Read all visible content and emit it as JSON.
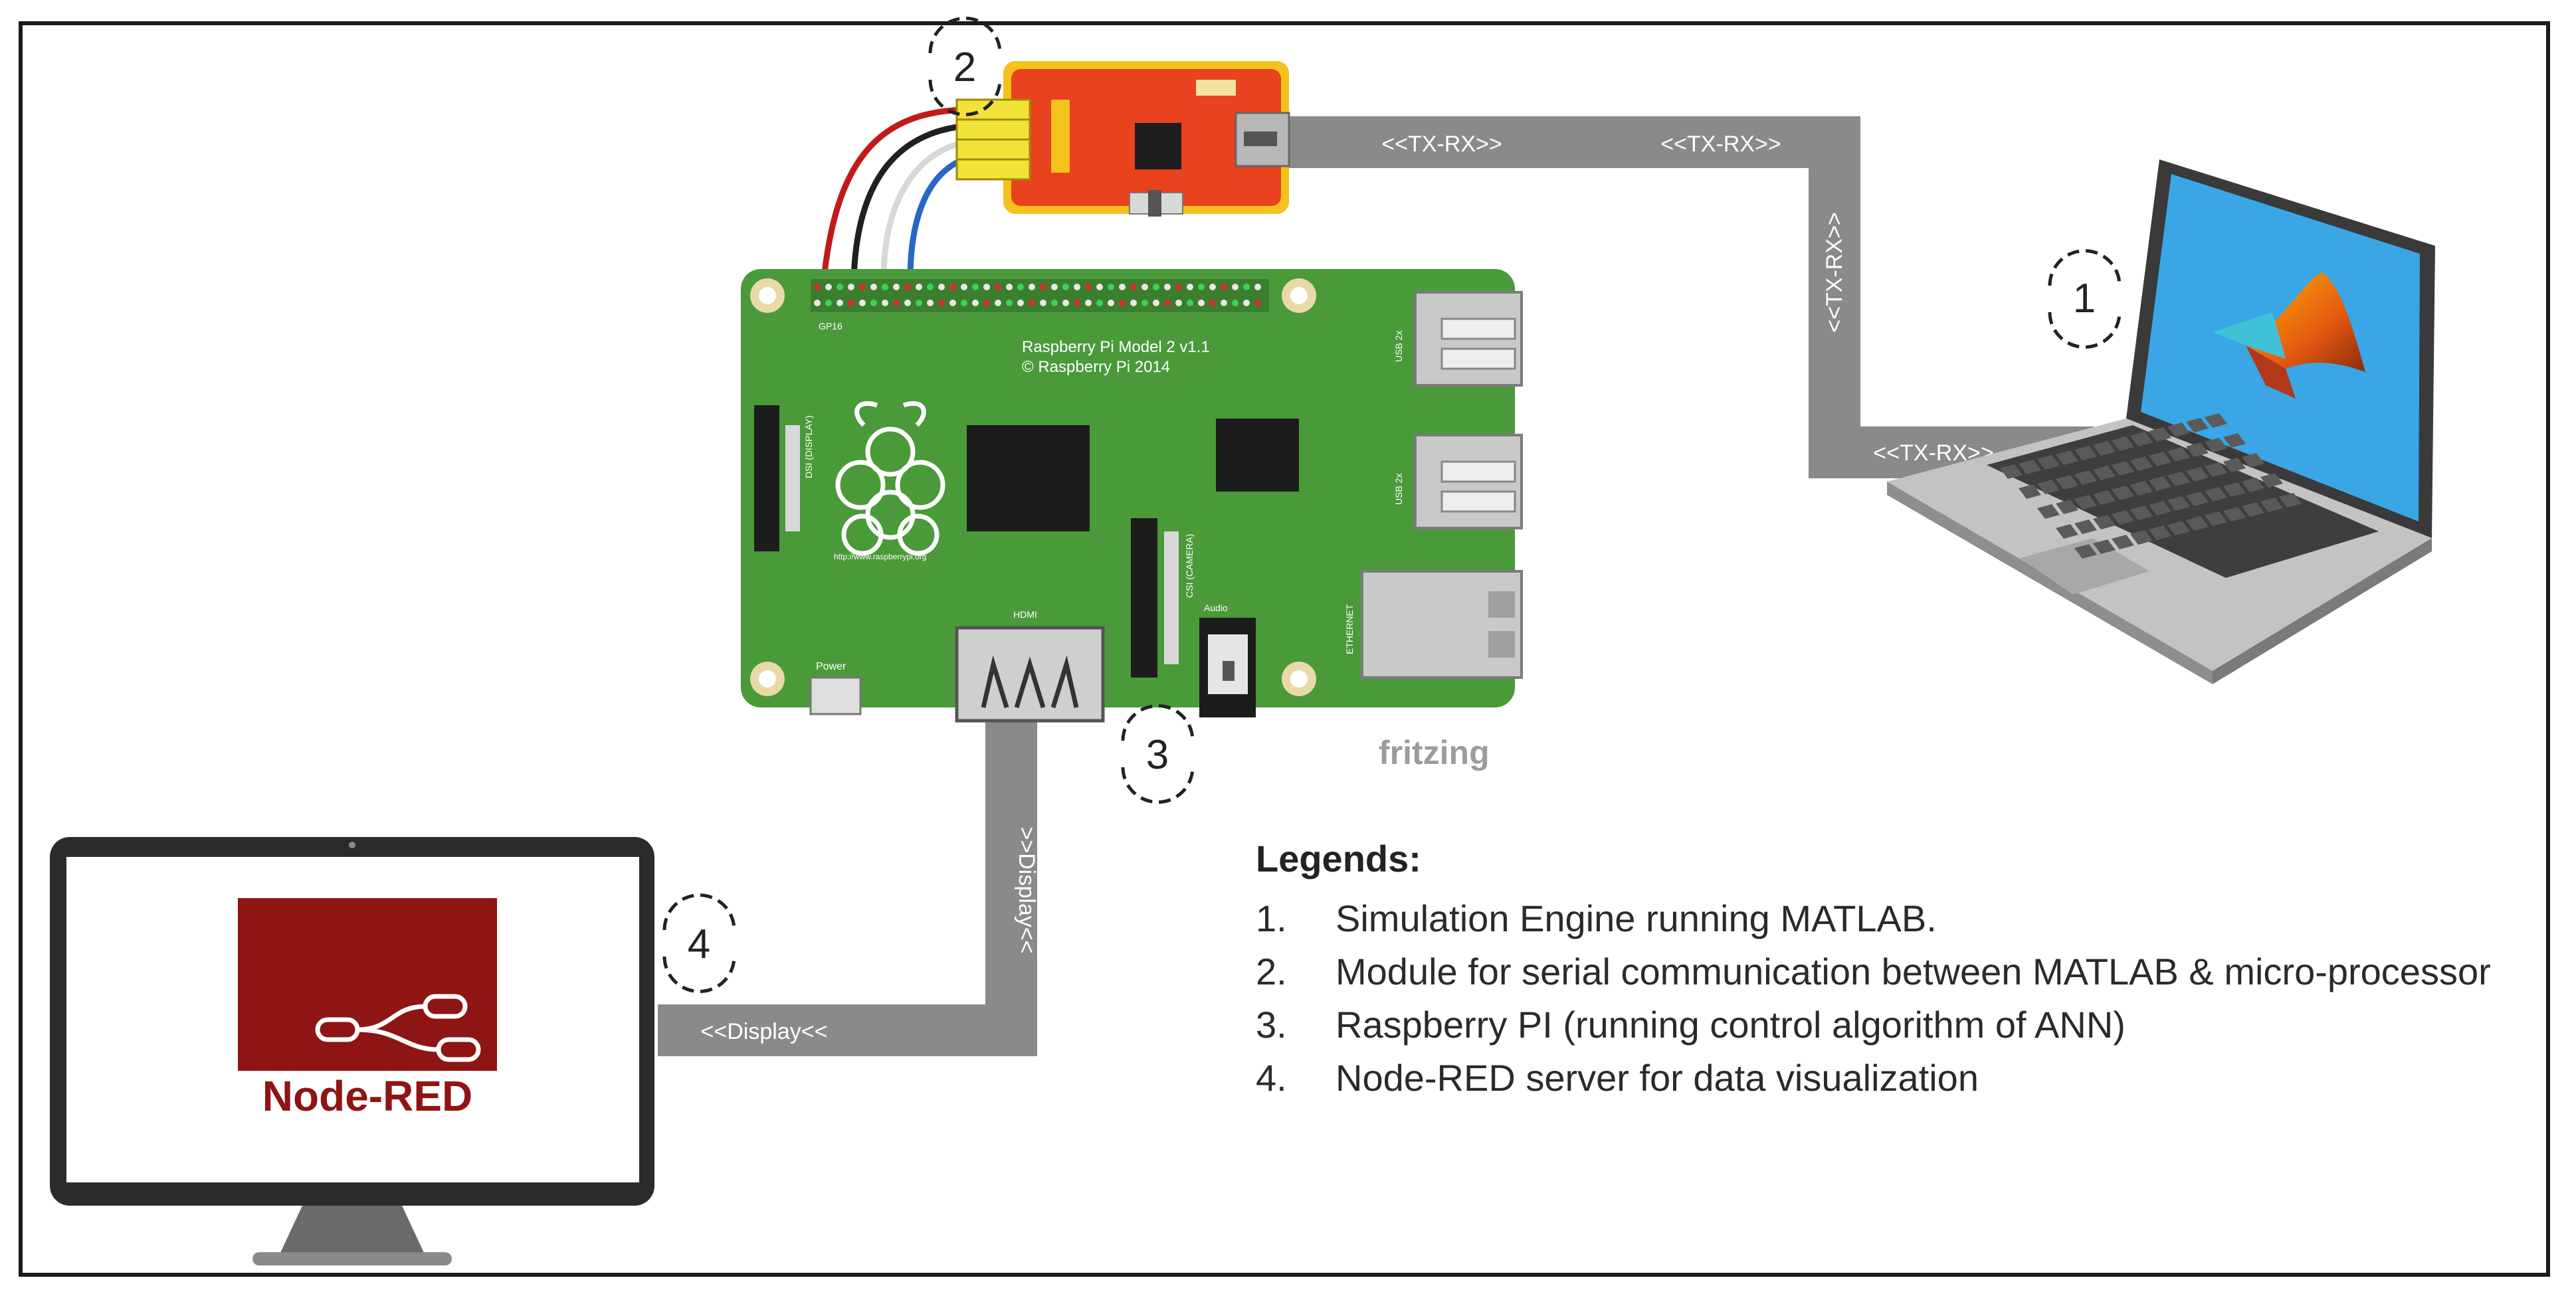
{
  "labels": {
    "tx_rx_top_left": "<<TX-RX>>",
    "tx_rx_top_right": "<<TX-RX>>",
    "tx_rx_vertical": "<<TX-RX>>",
    "tx_rx_bottom": "<<TX-RX>>",
    "display_vertical": ">>Display<<",
    "display_horizontal": "<<Display<<"
  },
  "markers": {
    "m1": "1",
    "m2": "2",
    "m3": "3",
    "m4": "4"
  },
  "board": {
    "model": "Raspberry Pi Model 2 v1.1",
    "copyright": "© Raspberry Pi 2014",
    "gpio": "GP16",
    "usb1": "USB 2x",
    "usb2": "USB 2x",
    "ethernet": "ETHERNET",
    "hdmi": "HDMI",
    "audio": "Audio",
    "power": "Power",
    "camera": "CSI (CAMERA)",
    "display": "DSI (DISPLAY)",
    "url": "http://www.raspberrypi.org",
    "watermark": "fritzing"
  },
  "nodered": {
    "logo_text": "Node-RED"
  },
  "legend": {
    "title": "Legends:",
    "items": [
      {
        "num": "1.",
        "text": "Simulation Engine running MATLAB."
      },
      {
        "num": "2.",
        "text": "Module for serial communication between MATLAB & micro-processor"
      },
      {
        "num": "3.",
        "text": " Raspberry PI (running control algorithm of ANN)"
      },
      {
        "num": "4.",
        "text": "Node-RED server for data visualization"
      }
    ]
  },
  "colors": {
    "board": "#4a9a3a",
    "usb_module": "#e8421e",
    "laptop_screen": "#3aa6e6",
    "nodered": "#8f1414",
    "cable": "#8a8a8a"
  }
}
